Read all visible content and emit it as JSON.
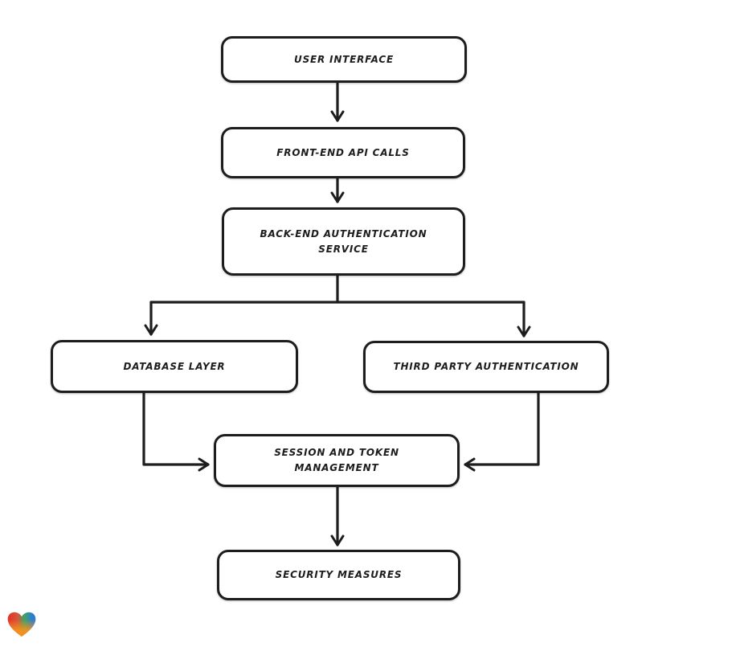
{
  "diagram": {
    "nodes": [
      {
        "id": "user-interface",
        "label": "USER INTERFACE"
      },
      {
        "id": "front-end-api-calls",
        "label": "FRONT-END API CALLS"
      },
      {
        "id": "back-end-authentication-service",
        "label": "BACK-END AUTHENTICATION SERVICE"
      },
      {
        "id": "database-layer",
        "label": "DATABASE LAYER"
      },
      {
        "id": "third-party-authentication",
        "label": "THIRD PARTY AUTHENTICATION"
      },
      {
        "id": "session-and-token-management",
        "label": "SESSION AND TOKEN MANAGEMENT"
      },
      {
        "id": "security-measures",
        "label": "SECURITY MEASURES"
      }
    ],
    "edges": [
      {
        "from": "user-interface",
        "to": "front-end-api-calls"
      },
      {
        "from": "front-end-api-calls",
        "to": "back-end-authentication-service"
      },
      {
        "from": "back-end-authentication-service",
        "to": "database-layer"
      },
      {
        "from": "back-end-authentication-service",
        "to": "third-party-authentication"
      },
      {
        "from": "database-layer",
        "to": "session-and-token-management"
      },
      {
        "from": "third-party-authentication",
        "to": "session-and-token-management"
      },
      {
        "from": "session-and-token-management",
        "to": "security-measures"
      }
    ],
    "colors": {
      "stroke": "#1d1d1d",
      "canvas_background": "#ffffff",
      "node_background": "#ffffff",
      "text": "#1d1d1d"
    },
    "watermark": {
      "icon": "heart-gradient-icon",
      "gradient_colors": [
        "#e23127",
        "#3da564",
        "#2e7cd1",
        "#f6921e"
      ]
    }
  }
}
